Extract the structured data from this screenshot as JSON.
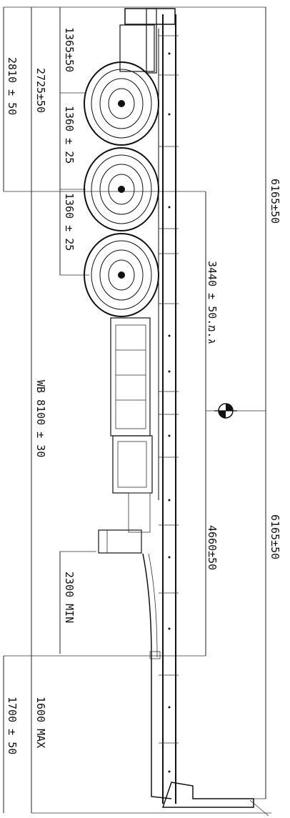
{
  "drawing": {
    "dimensions": {
      "rear_overhang": "1365±50",
      "axle_spacing_1": "1360 ± 25",
      "axle_spacing_2": "1360 ± 25",
      "rear_to_first_axle": "2725±50",
      "rear_to_axle_center": "2810 ± 50",
      "length_upper": "6165±50",
      "length_lower": "6165±50",
      "axle_center_to_cog": "3440 ± 50.ג.מ",
      "cog_to_kingpin": "4660±50",
      "wheelbase": "WB 8100 ± 30",
      "landing_gear": "2300 MIN",
      "front_radius": "1600 MAX",
      "kingpin_offset": "1700 ± 50"
    }
  }
}
